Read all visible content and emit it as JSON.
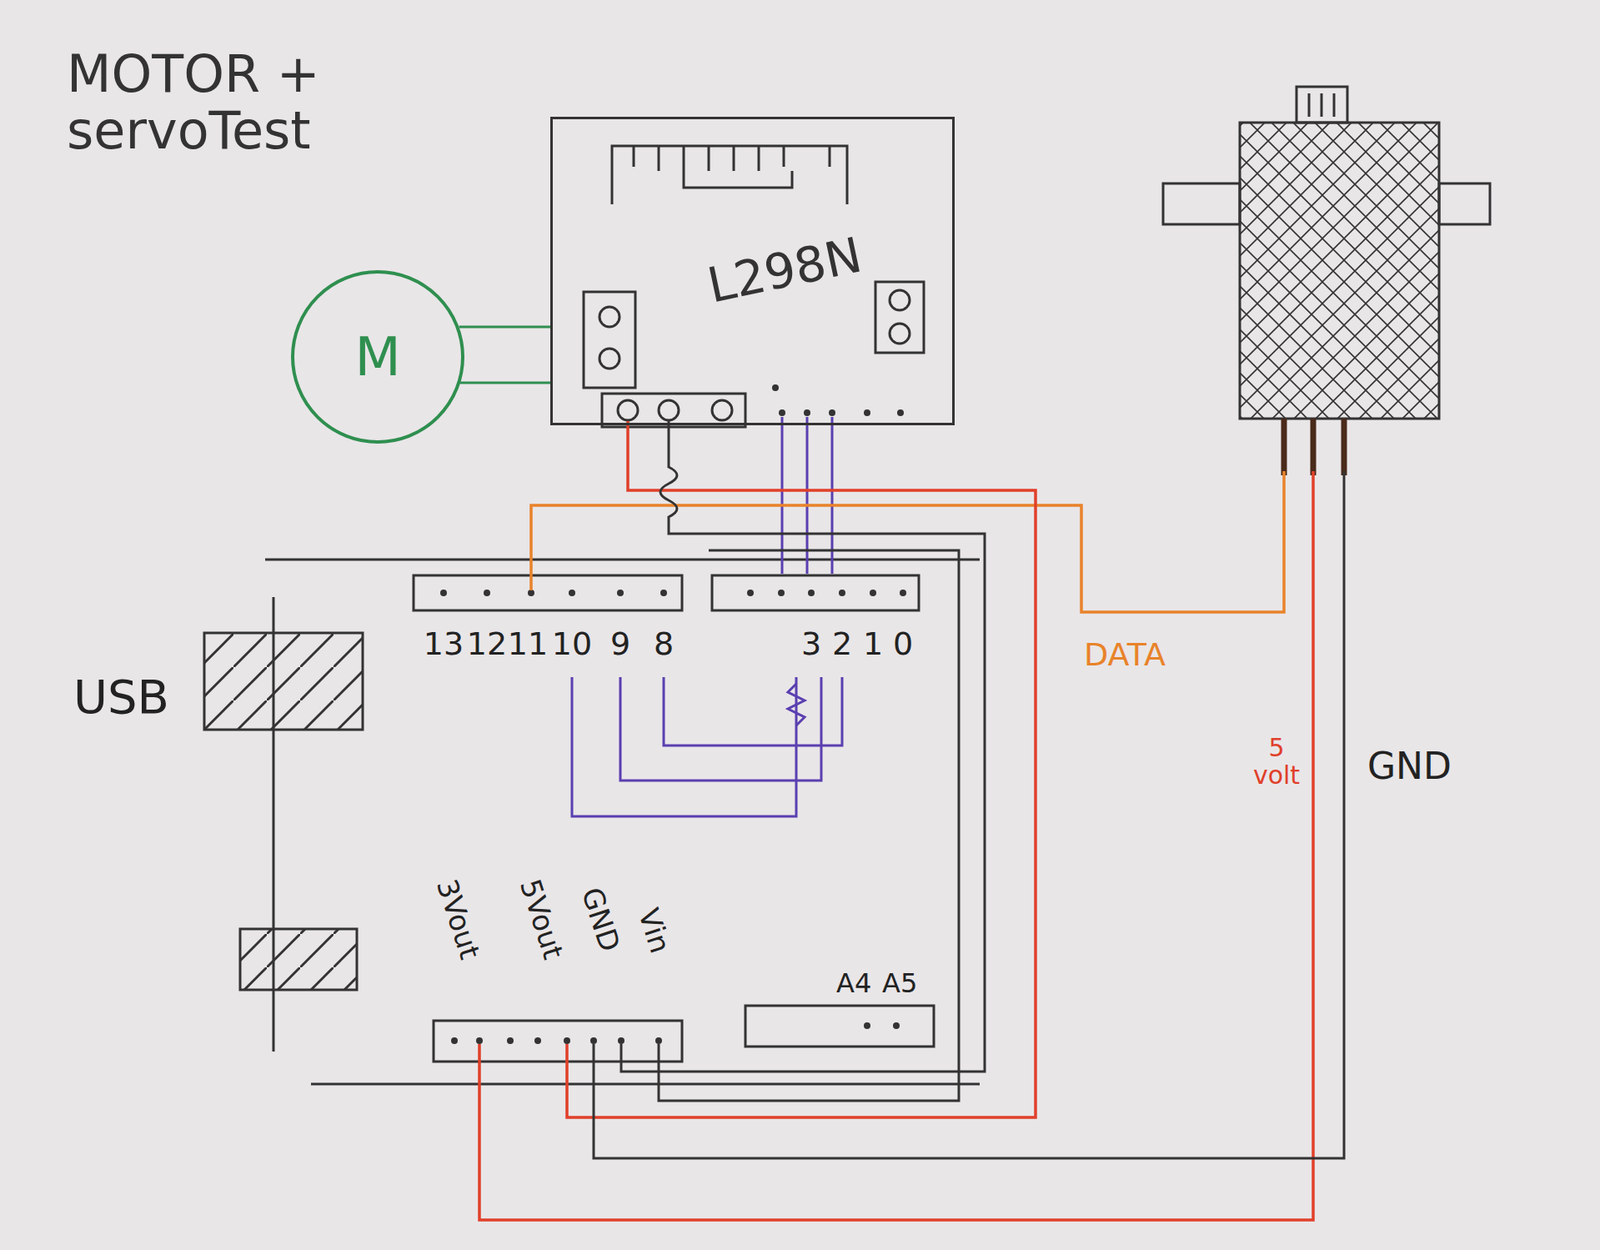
{
  "diagram": {
    "title": "MOTOR + servoTest",
    "nodes": [
      {
        "text": [
          "L298N"
        ]
      },
      {
        "text": [
          "M"
        ]
      }
    ],
    "edges": [
      {
        "from": 1,
        "to": 0,
        "arrow": "none"
      }
    ],
    "labels": [
      "USB",
      "13",
      "12",
      "11",
      "10",
      "9",
      "8",
      "3",
      "2",
      "1",
      "0",
      "DATA",
      "5 volt",
      "GND",
      "3Vout",
      "5Vout",
      "GND",
      "Vin",
      "A4",
      "A5"
    ]
  }
}
